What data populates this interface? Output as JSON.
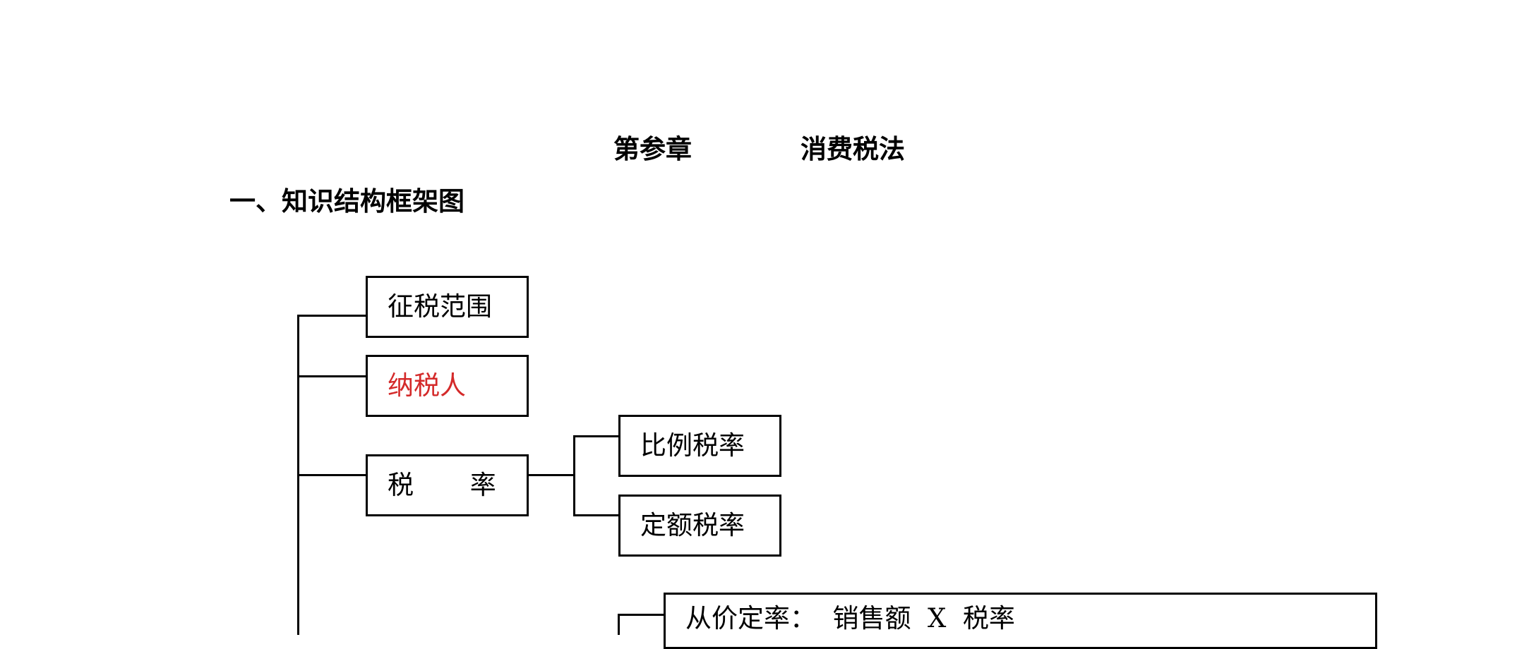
{
  "header": {
    "chapter": "第参章",
    "chapter_title": "消费税法"
  },
  "section": {
    "heading": "一、知识结构框架图"
  },
  "diagram": {
    "nodes": {
      "scope": {
        "label": "征税范围"
      },
      "taxpayer": {
        "label": "纳税人",
        "color": "#d42a2a"
      },
      "tax_rate": {
        "label": "税 率"
      },
      "proportional_rate": {
        "label": "比例税率"
      },
      "fixed_rate": {
        "label": "定额税率"
      },
      "ad_valorem": {
        "label": "从价定率：  销售额  X  税率"
      }
    }
  }
}
